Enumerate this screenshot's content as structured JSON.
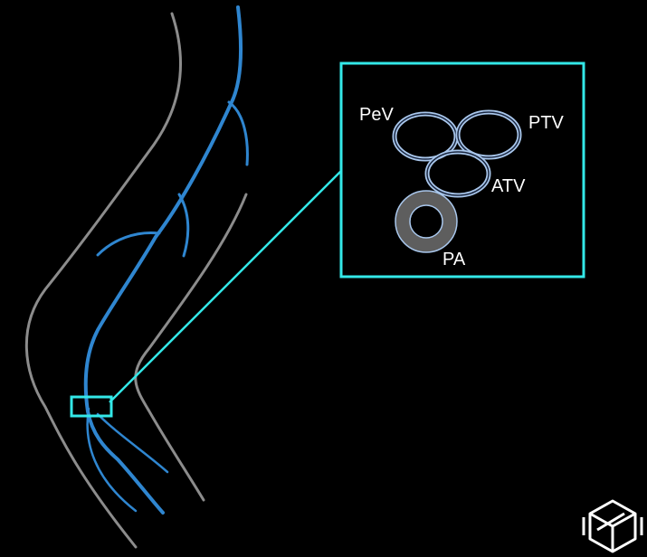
{
  "colors": {
    "background": "#000000",
    "limb_outline": "#8c8c8c",
    "vein": "#2f86d0",
    "inset_border": "#33e8e8",
    "vessel_ring": "#a9c7ec",
    "artery": "#666666",
    "label": "#ffffff"
  },
  "inset": {
    "labels": {
      "pev": "PeV",
      "ptv": "PTV",
      "atv": "ATV",
      "pa": "PA"
    }
  },
  "logo": {
    "icon": "cube-logo-icon"
  }
}
